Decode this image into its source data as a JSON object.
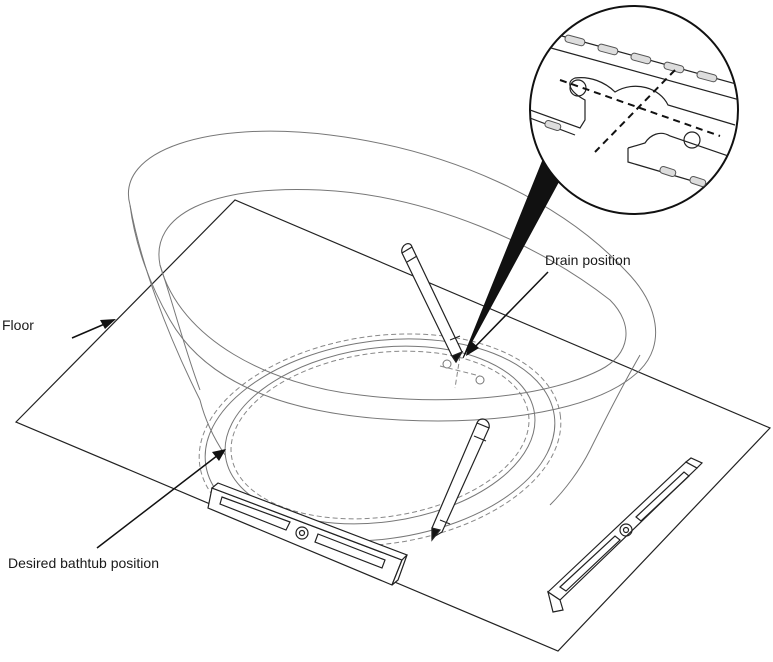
{
  "labels": {
    "floor": "Floor",
    "drain_position": "Drain position",
    "desired_bathtub_position": "Desired bathtub position"
  },
  "icons": {
    "pencil_upper": "pencil-icon",
    "pencil_lower": "pencil-icon",
    "level_left": "spirit-level-icon",
    "level_right": "spirit-level-icon",
    "magnifier": "zoom-detail-circle"
  },
  "colors": {
    "line": "#222222",
    "background": "#ffffff",
    "callout_fill": "#111111"
  }
}
